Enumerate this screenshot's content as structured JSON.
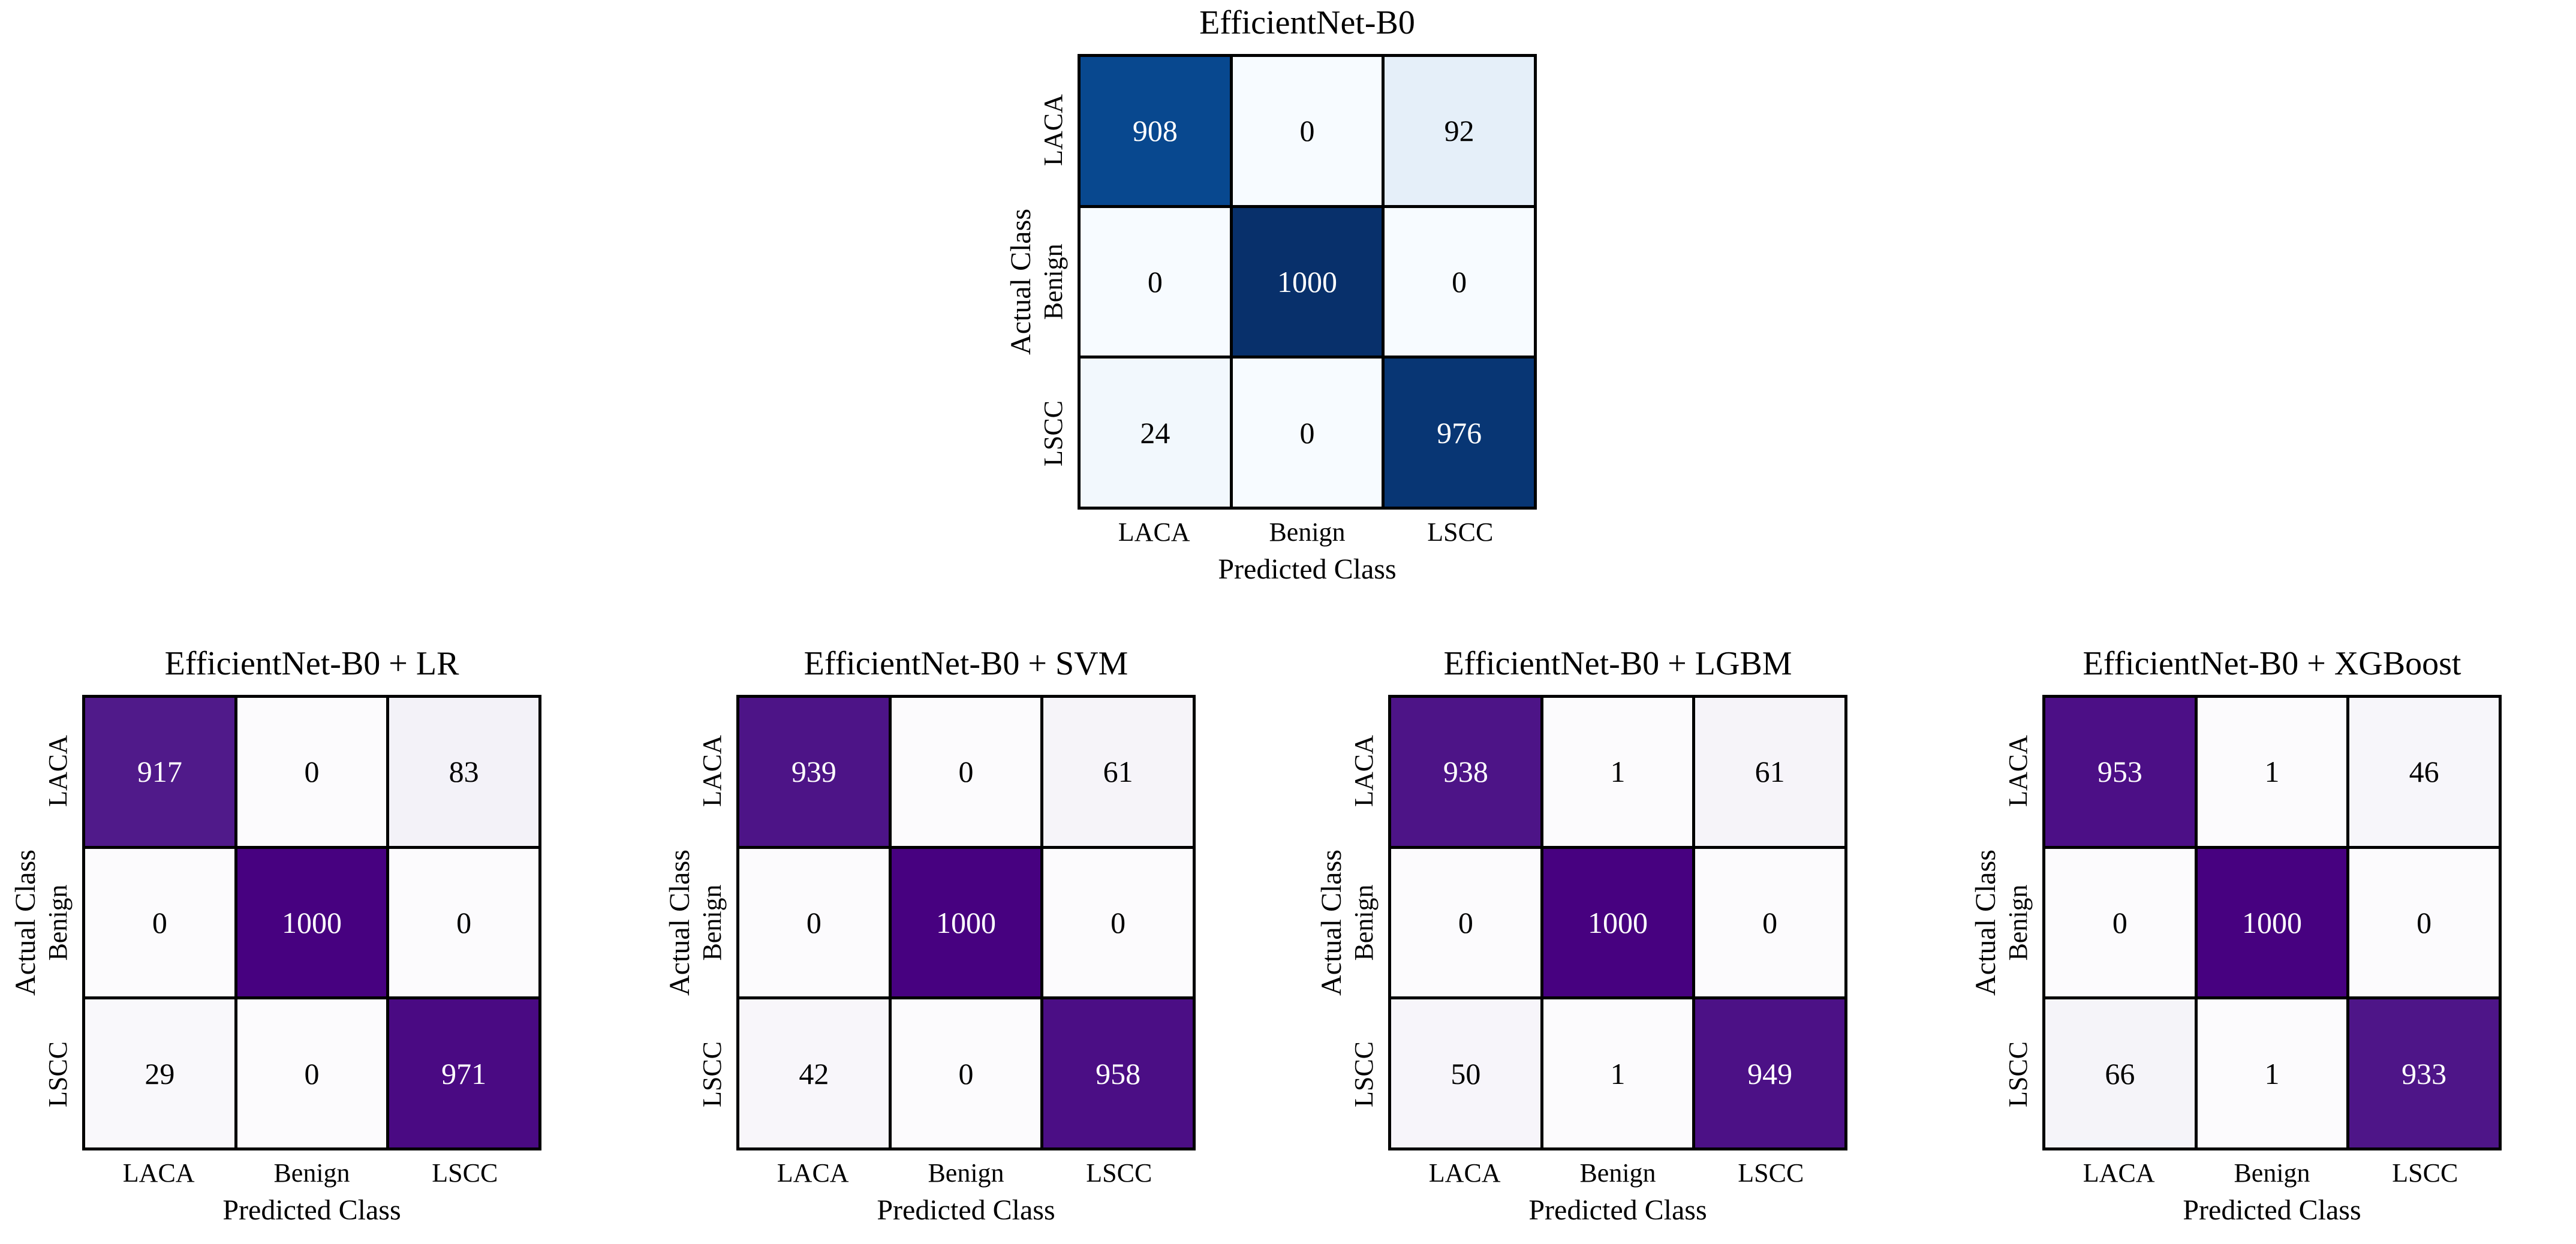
{
  "figure": {
    "background": "#ffffff",
    "text_color": "#000000",
    "grid_line_color": "#000000",
    "cell_text_on_dark": "#ffffff",
    "cell_text_on_light": "#000000"
  },
  "colormaps": {
    "blues": [
      [
        0,
        "#f7fbff"
      ],
      [
        0.125,
        "#deebf7"
      ],
      [
        0.25,
        "#c6dbef"
      ],
      [
        0.375,
        "#9ecae1"
      ],
      [
        0.5,
        "#6baed6"
      ],
      [
        0.625,
        "#4292c6"
      ],
      [
        0.75,
        "#2171b5"
      ],
      [
        0.875,
        "#08519c"
      ],
      [
        1,
        "#08306b"
      ]
    ],
    "purples": [
      [
        0,
        "#fcfbfd"
      ],
      [
        0.125,
        "#efedf5"
      ],
      [
        0.25,
        "#dadaeb"
      ],
      [
        0.375,
        "#bcbddc"
      ],
      [
        0.5,
        "#9e9ac8"
      ],
      [
        0.625,
        "#807dba"
      ],
      [
        0.75,
        "#6a51a3"
      ],
      [
        0.875,
        "#54278f"
      ],
      [
        1,
        "#470180"
      ]
    ]
  },
  "chart_data": [
    {
      "type": "heatmap",
      "title": "EfficientNet-B0",
      "colormap": "blues",
      "vmin": 0,
      "vmax": 1000,
      "xlabel": "Predicted Class",
      "ylabel": "Actual Class",
      "x_categories": [
        "LACA",
        "Benign",
        "LSCC"
      ],
      "y_categories": [
        "LACA",
        "Benign",
        "LSCC"
      ],
      "values": [
        [
          908,
          0,
          92
        ],
        [
          0,
          1000,
          0
        ],
        [
          24,
          0,
          976
        ]
      ]
    },
    {
      "type": "heatmap",
      "title": "EfficientNet-B0 + LR",
      "colormap": "purples",
      "vmin": 0,
      "vmax": 1000,
      "xlabel": "Predicted Class",
      "ylabel": "Actual Class",
      "x_categories": [
        "LACA",
        "Benign",
        "LSCC"
      ],
      "y_categories": [
        "LACA",
        "Benign",
        "LSCC"
      ],
      "values": [
        [
          917,
          0,
          83
        ],
        [
          0,
          1000,
          0
        ],
        [
          29,
          0,
          971
        ]
      ]
    },
    {
      "type": "heatmap",
      "title": "EfficientNet-B0 + SVM",
      "colormap": "purples",
      "vmin": 0,
      "vmax": 1000,
      "xlabel": "Predicted Class",
      "ylabel": "Actual Class",
      "x_categories": [
        "LACA",
        "Benign",
        "LSCC"
      ],
      "y_categories": [
        "LACA",
        "Benign",
        "LSCC"
      ],
      "values": [
        [
          939,
          0,
          61
        ],
        [
          0,
          1000,
          0
        ],
        [
          42,
          0,
          958
        ]
      ]
    },
    {
      "type": "heatmap",
      "title": "EfficientNet-B0 + LGBM",
      "colormap": "purples",
      "vmin": 0,
      "vmax": 1000,
      "xlabel": "Predicted Class",
      "ylabel": "Actual Class",
      "x_categories": [
        "LACA",
        "Benign",
        "LSCC"
      ],
      "y_categories": [
        "LACA",
        "Benign",
        "LSCC"
      ],
      "values": [
        [
          938,
          1,
          61
        ],
        [
          0,
          1000,
          0
        ],
        [
          50,
          1,
          949
        ]
      ]
    },
    {
      "type": "heatmap",
      "title": "EfficientNet-B0 + XGBoost",
      "colormap": "purples",
      "vmin": 0,
      "vmax": 1000,
      "xlabel": "Predicted Class",
      "ylabel": "Actual Class",
      "x_categories": [
        "LACA",
        "Benign",
        "LSCC"
      ],
      "y_categories": [
        "LACA",
        "Benign",
        "LSCC"
      ],
      "values": [
        [
          953,
          1,
          46
        ],
        [
          0,
          1000,
          0
        ],
        [
          66,
          1,
          933
        ]
      ]
    }
  ]
}
